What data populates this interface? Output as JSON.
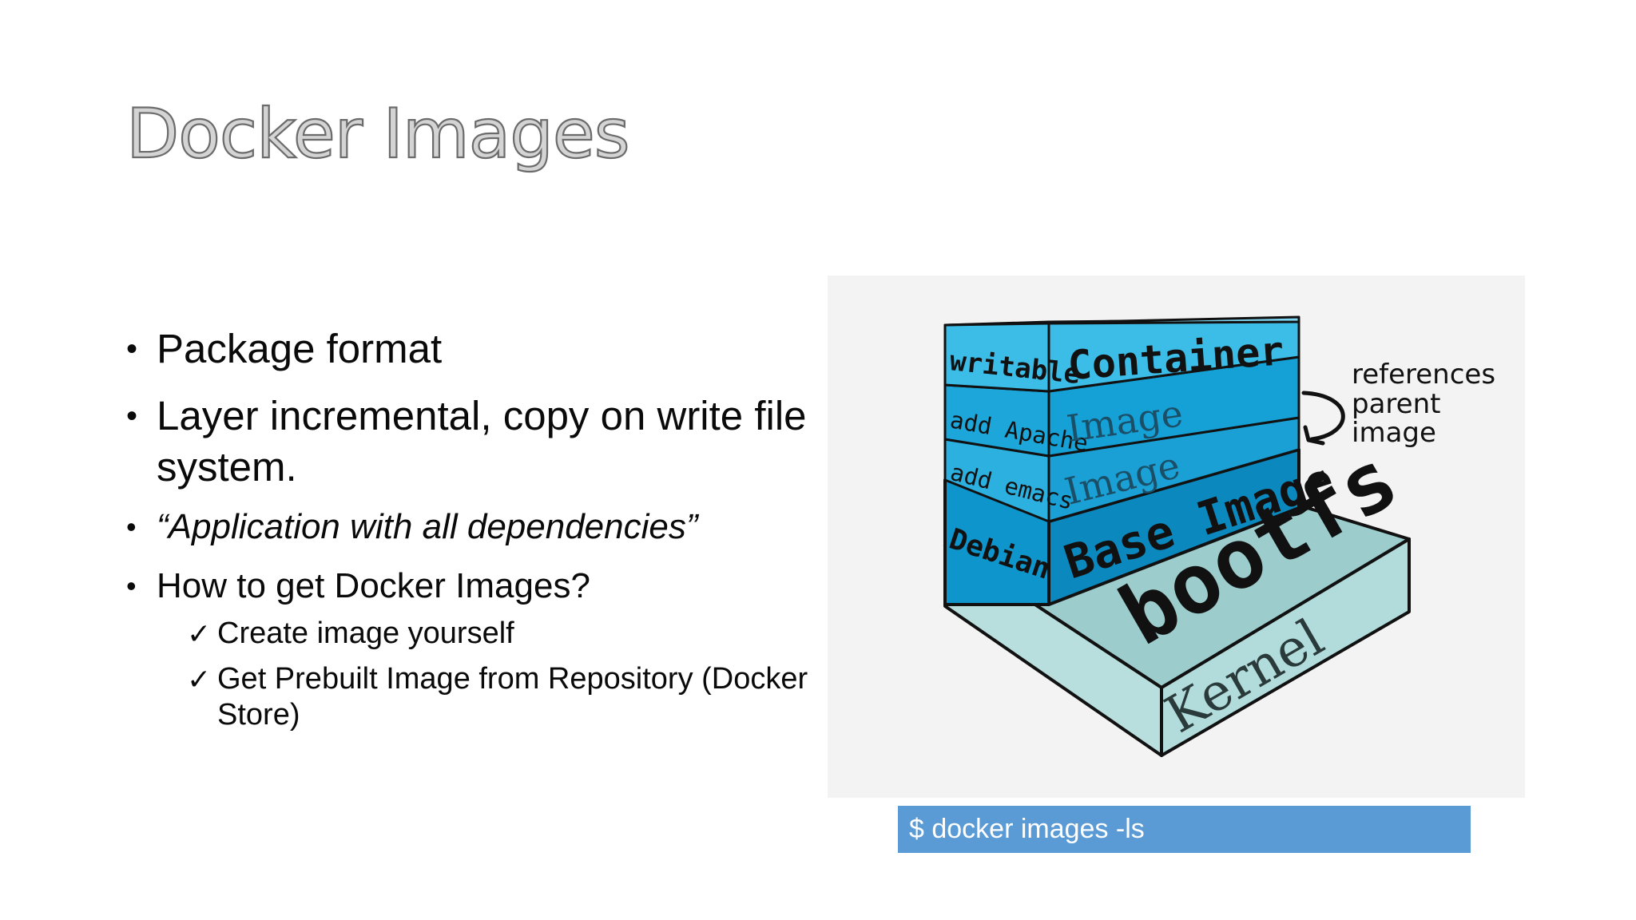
{
  "slide": {
    "title": "Docker Images",
    "bullets": [
      "Package format",
      "Layer incremental, copy on write file system.",
      "“Application with all dependencies”",
      "How to get Docker Images?"
    ],
    "sub_bullets": [
      "Create image yourself",
      "Get Prebuilt Image from Repository (Docker Store)"
    ],
    "command": "$ docker images -ls"
  },
  "diagram": {
    "layers": [
      {
        "side_label": "writable",
        "front_label": "Container"
      },
      {
        "side_label": "add Apache",
        "front_label": "Image"
      },
      {
        "side_label": "add emacs",
        "front_label": "Image"
      },
      {
        "side_label": "Debian",
        "front_label": "Base Image"
      },
      {
        "top_label": "bootfs",
        "front_label": "Kernel"
      }
    ],
    "annotation": [
      "references",
      "parent",
      "image"
    ],
    "colors": {
      "layer_light": "#3bbde8",
      "layer_mid": "#1aa0d4",
      "layer_dark": "#0b88bd",
      "kernel_top": "#9ccccc",
      "kernel_front": "#b2dbdb",
      "outline": "#111111"
    }
  }
}
